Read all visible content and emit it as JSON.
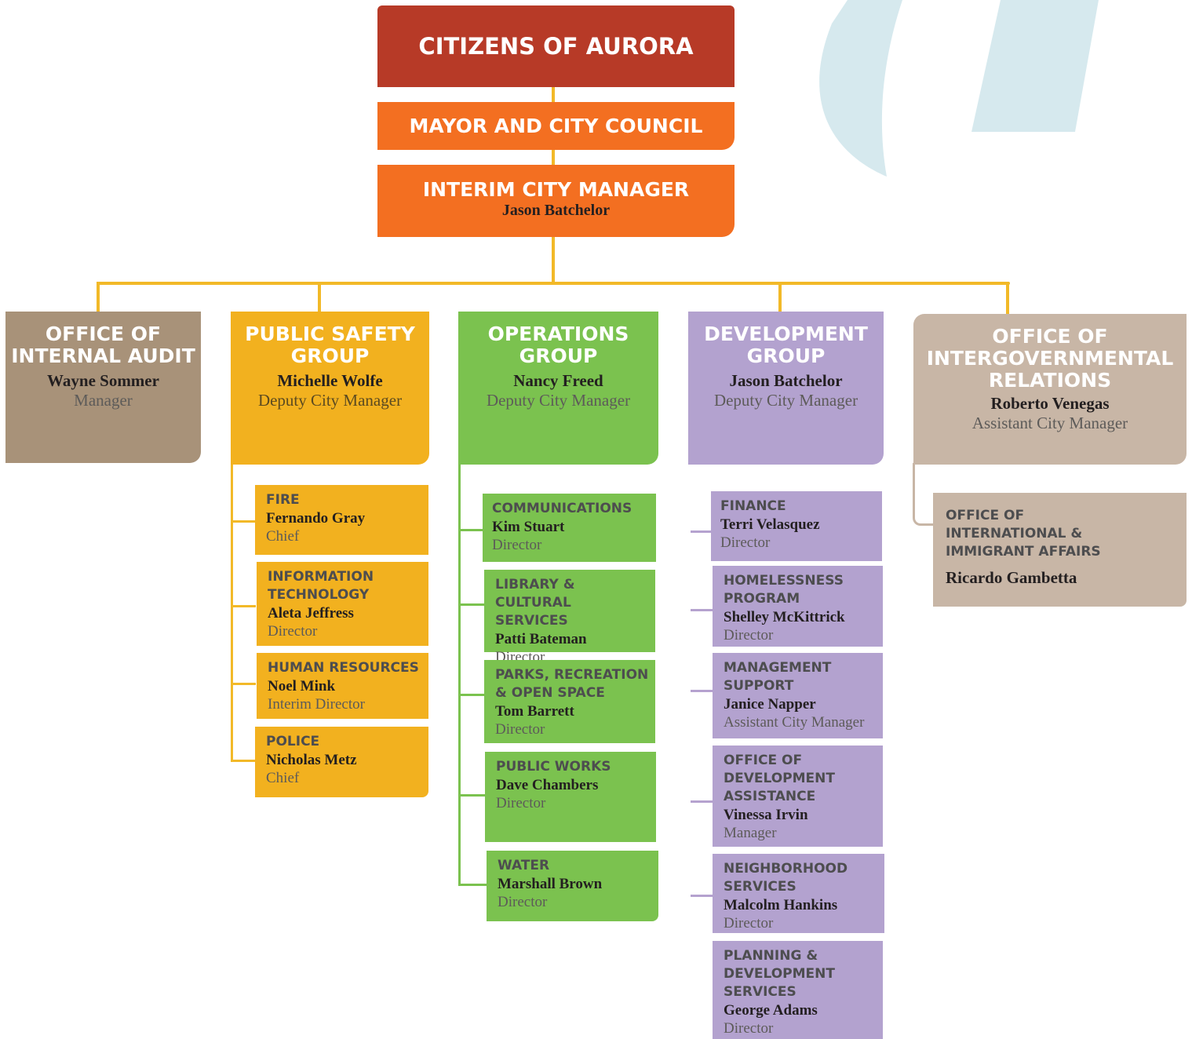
{
  "colors": {
    "citizens": "#b73a27",
    "orange": "#f36f21",
    "connector": "#f2b928",
    "audit": "#a89279",
    "safety": "#f2b11f",
    "operations": "#7bc24f",
    "development": "#b3a2cf",
    "intergov": "#c8b6a6",
    "watermark": "#d6e9ee"
  },
  "top": {
    "citizens": "CITIZENS OF AURORA",
    "council": "MAYOR AND CITY COUNCIL",
    "manager_title": "INTERIM CITY MANAGER",
    "manager_name": "Jason Batchelor"
  },
  "groups": {
    "audit": {
      "title_1": "OFFICE OF",
      "title_2": "INTERNAL AUDIT",
      "name": "Wayne Sommer",
      "role": "Manager"
    },
    "safety": {
      "title_1": "PUBLIC SAFETY",
      "title_2": "GROUP",
      "name": "Michelle Wolfe",
      "role": "Deputy City Manager"
    },
    "operations": {
      "title_1": "OPERATIONS",
      "title_2": "GROUP",
      "name": "Nancy Freed",
      "role": "Deputy City Manager"
    },
    "development": {
      "title_1": "DEVELOPMENT",
      "title_2": "GROUP",
      "name": "Jason Batchelor",
      "role": "Deputy City Manager"
    },
    "intergov": {
      "title_1": "OFFICE OF",
      "title_2": "INTERGOVERNMENTAL",
      "title_3": "RELATIONS",
      "name": "Roberto Venegas",
      "role": "Assistant City Manager"
    }
  },
  "safety_units": [
    {
      "t1": "FIRE",
      "t2": "",
      "name": "Fernando Gray",
      "role": "Chief"
    },
    {
      "t1": "INFORMATION",
      "t2": "TECHNOLOGY",
      "name": "Aleta Jeffress",
      "role": "Director"
    },
    {
      "t1": "HUMAN RESOURCES",
      "t2": "",
      "name": "Noel Mink",
      "role": "Interim Director"
    },
    {
      "t1": "POLICE",
      "t2": "",
      "name": "Nicholas Metz",
      "role": "Chief"
    }
  ],
  "operations_units": [
    {
      "t1": "COMMUNICATIONS",
      "t2": "",
      "name": "Kim Stuart",
      "role": "Director"
    },
    {
      "t1": "LIBRARY & CULTURAL",
      "t2": "SERVICES",
      "name": "Patti Bateman",
      "role": "Director"
    },
    {
      "t1": "PARKS, RECREATION",
      "t2": "& OPEN SPACE",
      "name": "Tom Barrett",
      "role": "Director"
    },
    {
      "t1": "PUBLIC WORKS",
      "t2": "",
      "name": "Dave Chambers",
      "role": "Director"
    },
    {
      "t1": "WATER",
      "t2": "",
      "name": "Marshall Brown",
      "role": "Director"
    }
  ],
  "development_units": [
    {
      "t1": "FINANCE",
      "t2": "",
      "t3": "",
      "name": "Terri Velasquez",
      "role": "Director"
    },
    {
      "t1": "HOMELESSNESS",
      "t2": "PROGRAM",
      "t3": "",
      "name": "Shelley McKittrick",
      "role": "Director"
    },
    {
      "t1": "MANAGEMENT",
      "t2": "SUPPORT",
      "t3": "",
      "name": "Janice Napper",
      "role": "Assistant City Manager"
    },
    {
      "t1": "OFFICE OF",
      "t2": "DEVELOPMENT",
      "t3": "ASSISTANCE",
      "name": "Vinessa Irvin",
      "role": "Manager"
    },
    {
      "t1": "NEIGHBORHOOD",
      "t2": "SERVICES",
      "t3": "",
      "name": "Malcolm Hankins",
      "role": "Director"
    },
    {
      "t1": "PLANNING &",
      "t2": "DEVELOPMENT",
      "t3": "SERVICES",
      "name": "George Adams",
      "role": "Director"
    }
  ],
  "intergov_unit": {
    "t1": "OFFICE OF",
    "t2": "INTERNATIONAL &",
    "t3": "IMMIGRANT AFFAIRS",
    "name": "Ricardo Gambetta"
  }
}
